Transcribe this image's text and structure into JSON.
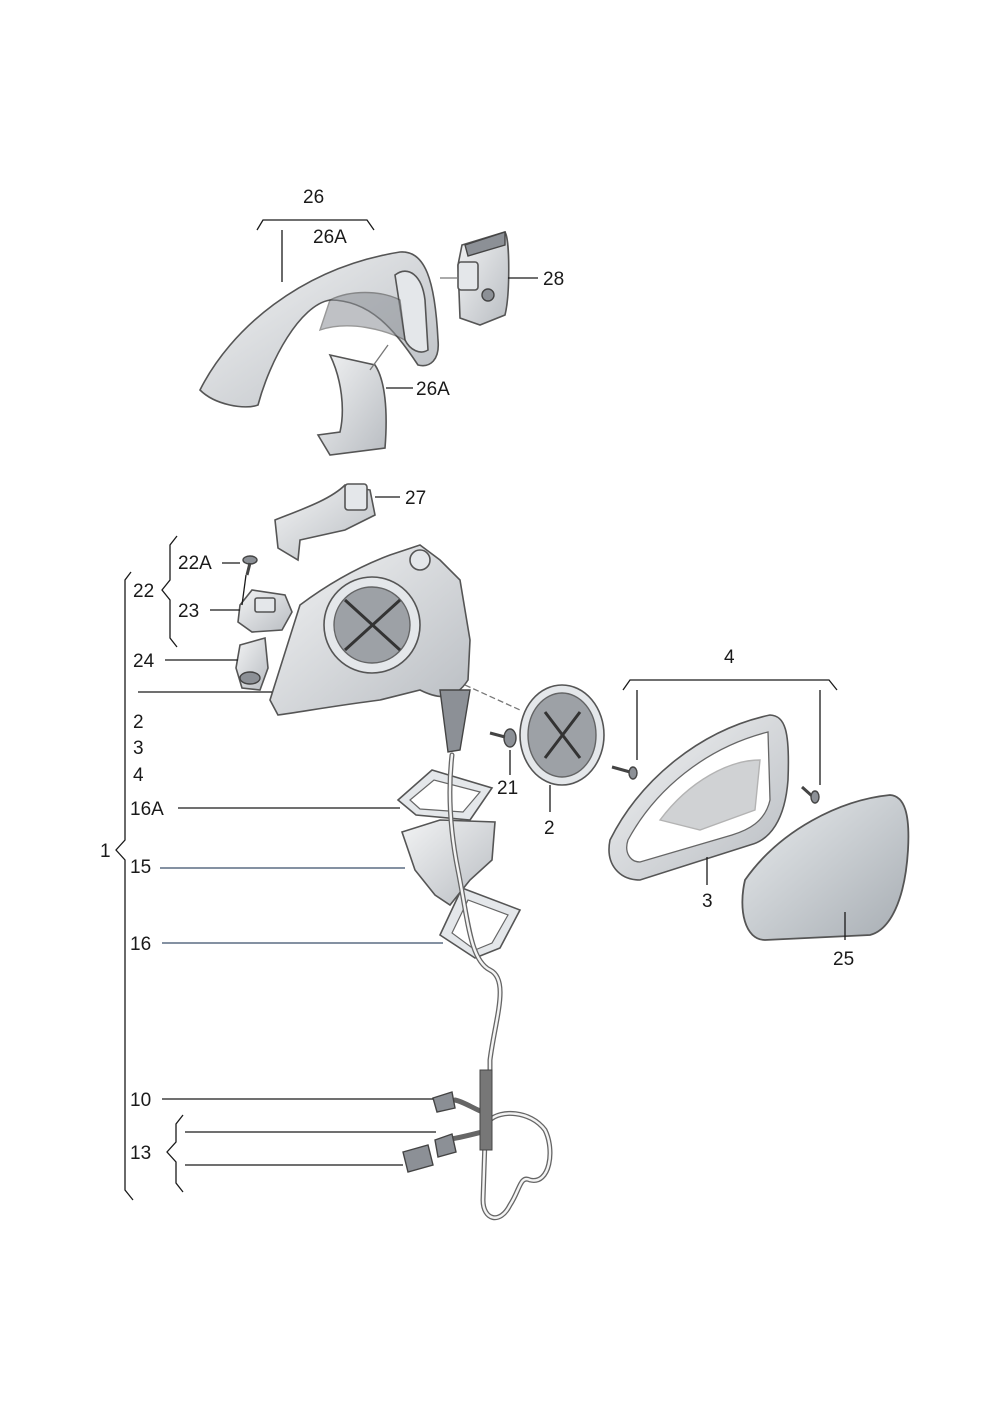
{
  "labels": {
    "l26": "26",
    "l26a_top": "26A",
    "l26a": "26A",
    "l28": "28",
    "l27": "27",
    "l22a": "22A",
    "l22": "22",
    "l23": "23",
    "l24": "24",
    "l2_left": "2",
    "l3_left": "3",
    "l4_left": "4",
    "l16a": "16A",
    "l1": "1",
    "l15": "15",
    "l16": "16",
    "l10": "10",
    "l13": "13",
    "l21": "21",
    "l2": "2",
    "l4": "4",
    "l3": "3",
    "l25": "25"
  }
}
